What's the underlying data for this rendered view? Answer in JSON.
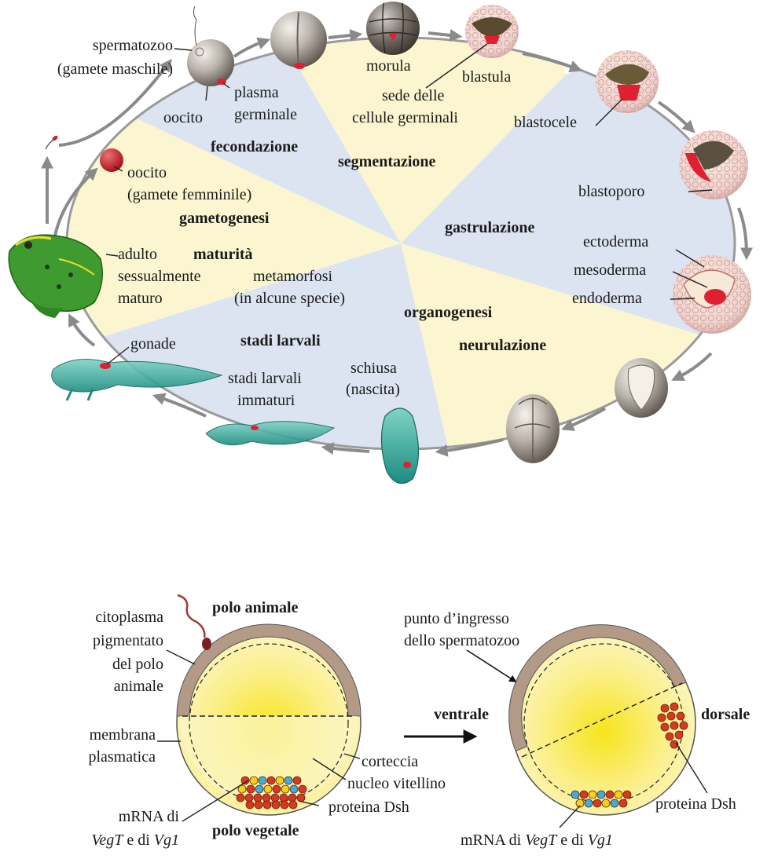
{
  "cycle": {
    "sectors": {
      "fecondazione": "fecondazione",
      "segmentazione": "segmentazione",
      "gastrulazione": "gastrulazione",
      "organogenesi": "organogenesi",
      "neurulazione": "neurulazione",
      "stadi_larvali": "stadi  larvali",
      "maturita": "maturità",
      "gametogenesi": "gametogenesi"
    },
    "labels": {
      "spermatozoo_1": "spermatozoo",
      "spermatozoo_2": "(gamete maschile)",
      "oocito_top": "oocito",
      "plasma_1": "plasma",
      "plasma_2": "germinale",
      "morula": "morula",
      "blastula": "blastula",
      "sede_1": "sede delle",
      "sede_2": "cellule germinali",
      "blastocele": "blastocele",
      "blastoporo": "blastoporo",
      "ectoderma": "ectoderma",
      "mesoderma": "mesoderma",
      "endoderma": "endoderma",
      "oocito_f_1": "oocito",
      "oocito_f_2": "(gamete femminile)",
      "adulto_1": "adulto",
      "adulto_2": "sessualmente",
      "adulto_3": "maturo",
      "metamorfosi_1": "metamorfosi",
      "metamorfosi_2": "(in alcune specie)",
      "gonade": "gonade",
      "larvali_1": "stadi larvali",
      "larvali_2": "immaturi",
      "schiusa_1": "schiusa",
      "schiusa_2": "(nascita)"
    }
  },
  "egg": {
    "polo_animale": "polo animale",
    "polo_vegetale": "polo vegetale",
    "citoplasma_1": "citoplasma",
    "citoplasma_2": "pigmentato",
    "citoplasma_3": "del polo",
    "citoplasma_4": "animale",
    "membrana_1": "membrana",
    "membrana_2": "plasmatica",
    "corteccia": "corteccia",
    "nucleo": "nucleo vitellino",
    "dsh_left": "proteina Dsh",
    "mrna_left_1": "mRNA di",
    "mrna_left_2a": "VegT",
    "mrna_left_2b": " e di ",
    "mrna_left_2c": "Vg1",
    "punto_1": "punto d’ingresso",
    "punto_2": "dello spermatozoo",
    "ventrale": "ventrale",
    "dorsale": "dorsale",
    "dsh_right": "proteina Dsh",
    "mrna_right_a": "mRNA di ",
    "mrna_right_b": "VegT",
    "mrna_right_c": " e di ",
    "mrna_right_d": "Vg1"
  },
  "colors": {
    "sector_yellow": "#fbf6cf",
    "sector_blue": "#dce4f1",
    "pigment": "#b39a86",
    "yolk": "#f7e820",
    "dot_red": "#d63a1e",
    "dot_yellow": "#f2d21a",
    "dot_blue": "#3aaee0",
    "germ_red": "#e02030",
    "tadpole": "#3fb3a4"
  }
}
